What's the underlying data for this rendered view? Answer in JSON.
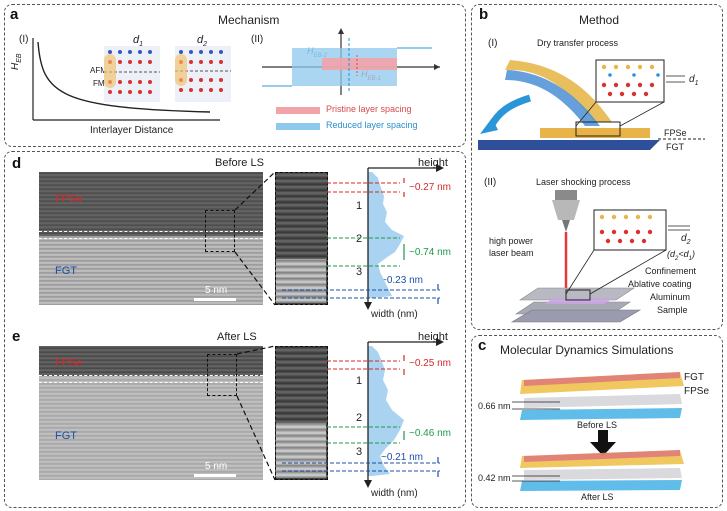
{
  "panel_a": {
    "label": "a",
    "title": "Mechanism",
    "sub1": "(I)",
    "sub2": "(II)",
    "y_axis": "H",
    "y_axis_sub": "EB",
    "x_axis": "Interlayer Distance",
    "afm": "AFM",
    "fm": "FM",
    "d1": "d",
    "d1_sub": "1",
    "d2": "d",
    "d2_sub": "2",
    "heb2": "H",
    "heb2_sub": "EB-2",
    "heb1": "H",
    "heb1_sub": "EB-1",
    "legend_pristine": "Pristine layer spacing",
    "legend_reduced": "Reduced layer spacing",
    "color_pristine": "#f2a3a8",
    "color_reduced": "#8ec8ec"
  },
  "panel_b": {
    "label": "b",
    "title": "Method",
    "sub1": "(I)",
    "dry_transfer": "Dry transfer process",
    "d1": "d",
    "d1_sub": "1",
    "fpse": "FPSe",
    "fgt": "FGT",
    "sub2": "(II)",
    "laser_process": "Laser shocking process",
    "laser_beam_1": "high power",
    "laser_beam_2": "laser beam",
    "d2": "d",
    "d2_sub": "2",
    "cond_open": "(d",
    "cond_sub2": "2",
    "cond_mid": "<d",
    "cond_sub1": "1",
    "cond_close": ")",
    "stack": [
      "Confinement",
      "Ablative coating",
      "Aluminum",
      "Sample"
    ]
  },
  "panel_c": {
    "label": "c",
    "title": "Molecular Dynamics Simulations",
    "fgt": "FGT",
    "fpse": "FPSe",
    "gap_before": "0.66 nm",
    "before": "Before LS",
    "gap_after": "0.42 nm",
    "after": "After LS"
  },
  "panel_d": {
    "label": "d",
    "title": "Before LS",
    "fpse": "FPSe",
    "fgt": "FGT",
    "scale": "5 nm",
    "profile_x": "height",
    "profile_y": "width (nm)",
    "ticks": [
      "1",
      "2",
      "3"
    ],
    "gap_top": "~0.27 nm",
    "gap_mid": "~0.74 nm",
    "gap_bot": "~0.23 nm"
  },
  "panel_e": {
    "label": "e",
    "title": "After LS",
    "fpse": "FPSe",
    "fgt": "FGT",
    "scale": "5 nm",
    "profile_x": "height",
    "profile_y": "width (nm)",
    "ticks": [
      "1",
      "2",
      "3"
    ],
    "gap_top": "~0.25 nm",
    "gap_mid": "~0.46 nm",
    "gap_bot": "~0.21 nm"
  },
  "colors": {
    "red": "#d42a2a",
    "green": "#1f9a48",
    "blue": "#1c4fa8",
    "profile_fill": "#a9d3f0"
  }
}
